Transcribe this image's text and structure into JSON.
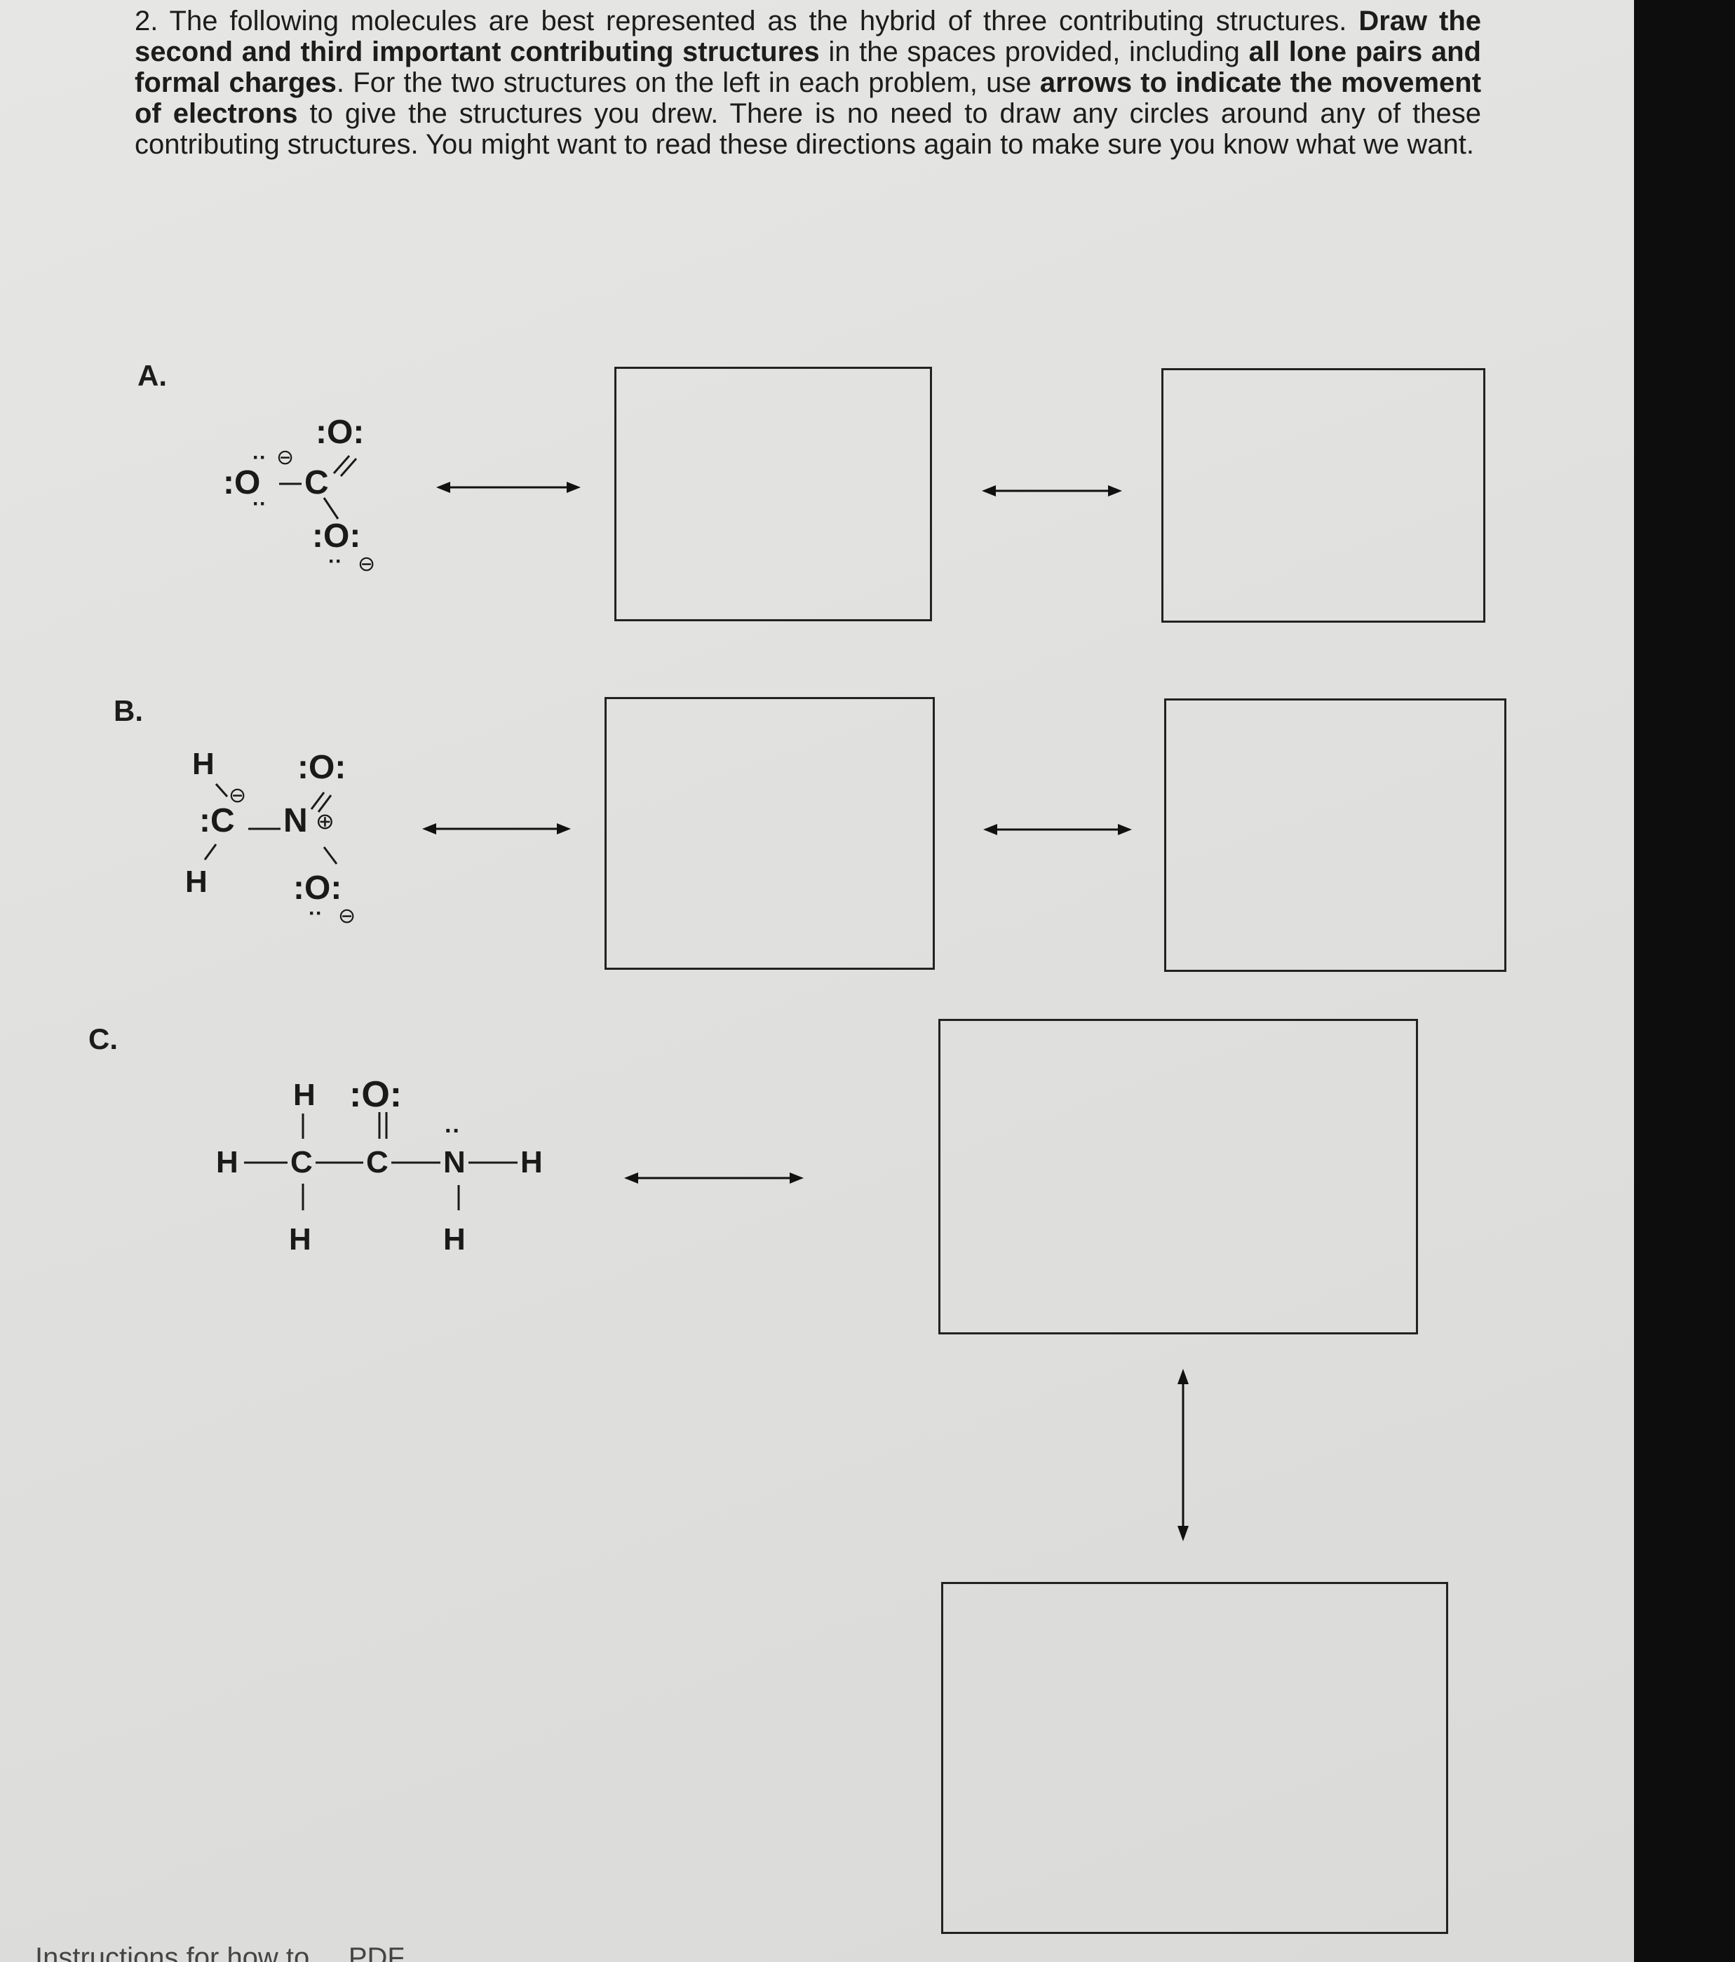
{
  "question": {
    "segments": [
      {
        "text": "2. The following molecules are best represented as the hybrid of three contributing structures. ",
        "bold": false
      },
      {
        "text": "Draw the second and third important contributing structures",
        "bold": true
      },
      {
        "text": " in the spaces provided, including ",
        "bold": false
      },
      {
        "text": "all lone pairs and formal charges",
        "bold": true
      },
      {
        "text": ". For the two structures on the left in each problem, use ",
        "bold": false
      },
      {
        "text": "arrows to indicate the movement of electrons",
        "bold": true
      },
      {
        "text": " to give the structures you drew. There is no need to draw any circles around any of these contributing structures. You might want to read these directions again to make sure you know what we want.",
        "bold": false
      }
    ]
  },
  "parts": {
    "a": {
      "label": "A.",
      "atoms": {
        "o_top": ":O:",
        "o_left": ":O",
        "c": "C",
        "o_bottom": ":O:"
      },
      "charges": {
        "o_left": "⊖",
        "o_bottom": "⊖"
      }
    },
    "b": {
      "label": "B.",
      "atoms": {
        "h_top": "H",
        "c": ":C",
        "n": "N",
        "o_top": ":O:",
        "o_bottom": ":O:",
        "h_bottom": "H"
      },
      "charges": {
        "c": "⊖",
        "n": "⊕",
        "o_bottom": "⊖"
      }
    },
    "c": {
      "label": "C.",
      "atoms": {
        "h_top": "H",
        "o": ":O:",
        "h_left": "H",
        "c1": "C",
        "c2": "C",
        "n": "N",
        "h_right": "H",
        "h_bottom_c": "H",
        "h_bottom_n": "H"
      }
    }
  },
  "footer": {
    "text": "Instructions for how to ... PDF"
  }
}
